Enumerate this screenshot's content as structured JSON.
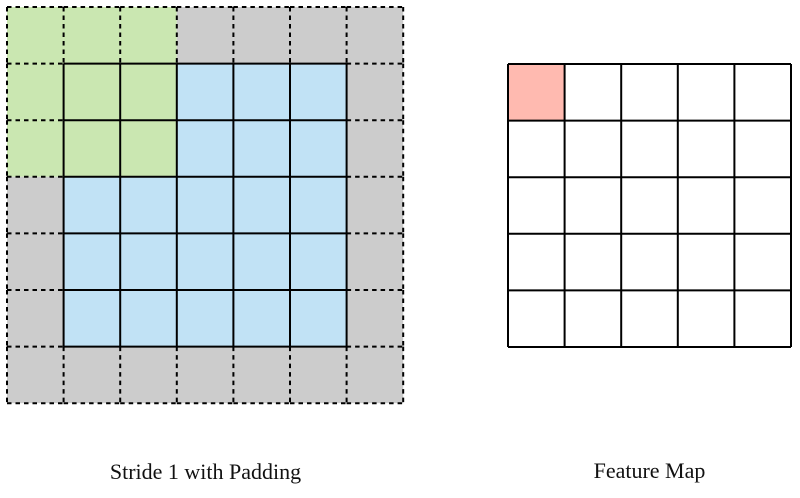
{
  "panels": {
    "padded_input": {
      "label": "Stride 1 with Padding",
      "grid": {
        "rows": 7,
        "cols": 7,
        "padding_ring": 1,
        "kernel": {
          "rows": 3,
          "cols": 3,
          "origin_row": 0,
          "origin_col": 0
        },
        "colors": {
          "padding_fill": "#cccccc",
          "input_fill": "#c1e2f5",
          "kernel_fill": "#cae7b1",
          "line": "#000000"
        }
      }
    },
    "feature_map": {
      "label": "Feature Map",
      "grid": {
        "rows": 5,
        "cols": 5,
        "highlight": {
          "row": 0,
          "col": 0
        },
        "colors": {
          "cell_fill": "#ffffff",
          "highlight_fill": "#ffbab0",
          "line": "#000000"
        }
      }
    }
  }
}
